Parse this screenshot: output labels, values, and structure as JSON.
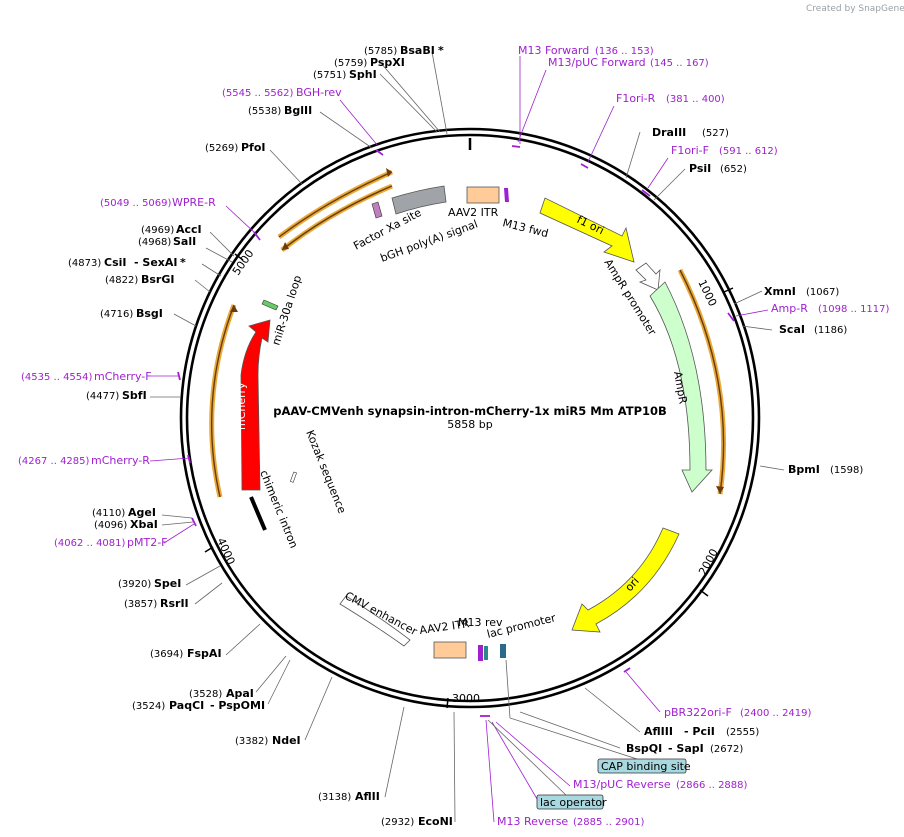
{
  "watermark": "Created by SnapGene",
  "title": "pAAV-CMVenh synapsin-intron-mCherry-1x miR5 Mm ATP10B",
  "length_label": "5858 bp",
  "ticks": [
    "1000",
    "2000",
    "3000",
    "4000",
    "5000"
  ],
  "enzymes": [
    {
      "id": "bsabi",
      "num": "(5785)",
      "name": "BsaBI",
      "star": "*"
    },
    {
      "id": "pspxi",
      "num": "(5759)",
      "name": "PspXI"
    },
    {
      "id": "sphi",
      "num": "(5751)",
      "name": "SphI"
    },
    {
      "id": "bglii",
      "num": "(5538)",
      "name": "BglII"
    },
    {
      "id": "pfoi",
      "num": "(5269)",
      "name": "PfoI"
    },
    {
      "id": "acci",
      "num": "(4969)",
      "name": "AccI"
    },
    {
      "id": "sali",
      "num": "(4968)",
      "name": "SalI"
    },
    {
      "id": "csii",
      "num": "(4873)",
      "name": "CsiI",
      "extra": "- SexAI",
      "star": "*"
    },
    {
      "id": "bsrgi",
      "num": "(4822)",
      "name": "BsrGI"
    },
    {
      "id": "bsgi",
      "num": "(4716)",
      "name": "BsgI"
    },
    {
      "id": "sbfi",
      "num": "(4477)",
      "name": "SbfI"
    },
    {
      "id": "agei",
      "num": "(4110)",
      "name": "AgeI"
    },
    {
      "id": "xbai",
      "num": "(4096)",
      "name": "XbaI"
    },
    {
      "id": "spei",
      "num": "(3920)",
      "name": "SpeI"
    },
    {
      "id": "rsrii",
      "num": "(3857)",
      "name": "RsrII"
    },
    {
      "id": "fspai",
      "num": "(3694)",
      "name": "FspAI"
    },
    {
      "id": "apai",
      "num": "(3528)",
      "name": "ApaI"
    },
    {
      "id": "paqci",
      "num": "(3524)",
      "name": "PaqCI",
      "extra": "- PspOMI"
    },
    {
      "id": "ndei",
      "num": "(3382)",
      "name": "NdeI"
    },
    {
      "id": "aflii",
      "num": "(3138)",
      "name": "AflII"
    },
    {
      "id": "econi",
      "num": "(2932)",
      "name": "EcoNI"
    },
    {
      "id": "draiii",
      "num": "(527)",
      "name": "DraIII"
    },
    {
      "id": "psii",
      "num": "(652)",
      "name": "PsiI"
    },
    {
      "id": "xmni",
      "num": "(1067)",
      "name": "XmnI"
    },
    {
      "id": "scai",
      "num": "(1186)",
      "name": "ScaI"
    },
    {
      "id": "bpmi",
      "num": "(1598)",
      "name": "BpmI"
    },
    {
      "id": "afliii",
      "num": "(2555)",
      "name": "AflIII",
      "extra": "- PciI"
    },
    {
      "id": "bspqi",
      "num": "(2672)",
      "name": "BspQI",
      "extra": "- SapI"
    }
  ],
  "primers": [
    {
      "id": "m13fwd",
      "name": "M13 Forward",
      "range": "(136 .. 153)"
    },
    {
      "id": "m13pucfwd",
      "name": "M13/pUC Forward",
      "range": "(145 .. 167)"
    },
    {
      "id": "f1orir",
      "name": "F1ori-R",
      "range": "(381 .. 400)"
    },
    {
      "id": "f1orif",
      "name": "F1ori-F",
      "range": "(591 .. 612)"
    },
    {
      "id": "ampr",
      "name": "Amp-R",
      "range": "(1098 .. 1117)"
    },
    {
      "id": "pbr322",
      "name": "pBR322ori-F",
      "range": "(2400 .. 2419)"
    },
    {
      "id": "m13pucrev",
      "name": "M13/pUC Reverse",
      "range": "(2866 .. 2888)"
    },
    {
      "id": "m13rev",
      "name": "M13 Reverse",
      "range": "(2885 .. 2901)"
    },
    {
      "id": "bghrev",
      "name": "BGH-rev",
      "range": "(5545 .. 5562)"
    },
    {
      "id": "wprer",
      "name": "WPRE-R",
      "range": "(5049 .. 5069)"
    },
    {
      "id": "mcherryf",
      "name": "mCherry-F",
      "range": "(4535 .. 4554)"
    },
    {
      "id": "mcherryr",
      "name": "mCherry-R",
      "range": "(4267 .. 4285)"
    },
    {
      "id": "pmt2f",
      "name": "pMT2-F",
      "range": "(4062 .. 4081)"
    }
  ],
  "boxed_features": {
    "cap": "CAP binding site",
    "lacop": "lac operator"
  },
  "features": {
    "f1ori": "f1 ori",
    "ampr_prom": "AmpR promoter",
    "ampr": "AmpR",
    "ori": "ori",
    "mcherry": "mCherry",
    "mir30a": "miR-30a loop",
    "kozak": "Kozak sequence",
    "chimeric": "chimeric intron",
    "cmv": "CMV enhancer",
    "aav2itr_bottom": "AAV2 ITR",
    "m13rev": "M13 rev",
    "lacprom": "lac promoter",
    "factorxa": "Factor Xa site",
    "bgh": "bGH poly(A) signal",
    "aav2itr_top": "AAV2 ITR",
    "m13fwd": "M13 fwd"
  },
  "colors": {
    "primer": "#a020d0",
    "f1ori": "#ffff00",
    "ampr": "#ccffcc",
    "mcherry": "#ff0000",
    "orf": "#ffcc99",
    "bgh": "#a0a4a8",
    "cap": "#a8d8e0"
  }
}
